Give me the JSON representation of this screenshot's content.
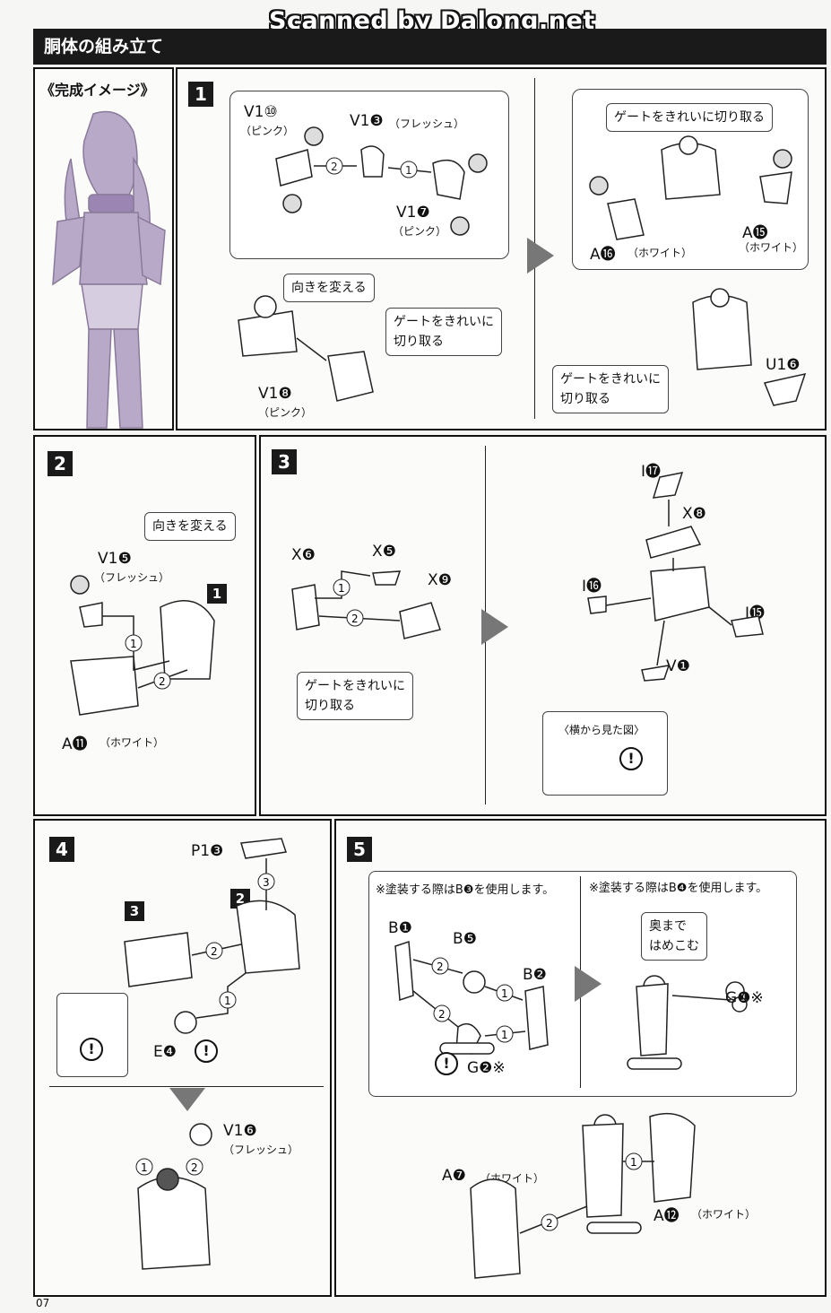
{
  "watermark": "Scanned by Dalong.net",
  "header": {
    "title": "胴体の組み立て"
  },
  "preview": {
    "title": "《完成イメージ》"
  },
  "steps": {
    "s1": "1",
    "s2": "2",
    "s3": "3",
    "s4": "4",
    "s5": "5"
  },
  "step1": {
    "v1_10": "V1⑩",
    "pink": "（ピンク）",
    "v1_3": "V1❸",
    "flesh": "（フレッシュ）",
    "v1_7": "V1❼",
    "pink2": "（ピンク）",
    "turn": "向きを変える",
    "gate1": "ゲートをきれいに\n切り取る",
    "v1_8": "V1❽",
    "pink3": "（ピンク）",
    "gate2": "ゲートをきれいに切り取る",
    "a16": "A⓰",
    "white1": "（ホワイト）",
    "a15": "A⓯",
    "white2": "（ホワイト）",
    "gate3": "ゲートをきれいに\n切り取る",
    "u16": "U1❻"
  },
  "step2": {
    "turn": "向きを変える",
    "v1_5": "V1❺",
    "flesh": "（フレッシュ）",
    "ref": "1",
    "a11": "A⓫",
    "white": "（ホワイト）"
  },
  "step3": {
    "x6": "X❻",
    "x5": "X❺",
    "x9": "X❾",
    "gate": "ゲートをきれいに\n切り取る",
    "i17": "I⓱",
    "x8": "X❽",
    "i16": "I⓰",
    "i15": "I⓯",
    "v1": "V❶",
    "side": "〈横から見た図〉"
  },
  "step4": {
    "p13": "P1❸",
    "ref2": "2",
    "ref3": "3",
    "e4": "E❹",
    "v1_6": "V1❻",
    "flesh": "（フレッシュ）"
  },
  "step5": {
    "note1": "※塗装する際はB❸を使用します。",
    "note2": "※塗装する際はB❹を使用します。",
    "b1": "B❶",
    "b5": "B❺",
    "b2": "B❷",
    "g2": "G❷※",
    "push": "奥まで\nはめこむ",
    "g1": "G❶※",
    "a7": "A❼",
    "white1": "（ホワイト）",
    "a12": "A⓬",
    "white2": "（ホワイト）"
  },
  "page_number": "07"
}
